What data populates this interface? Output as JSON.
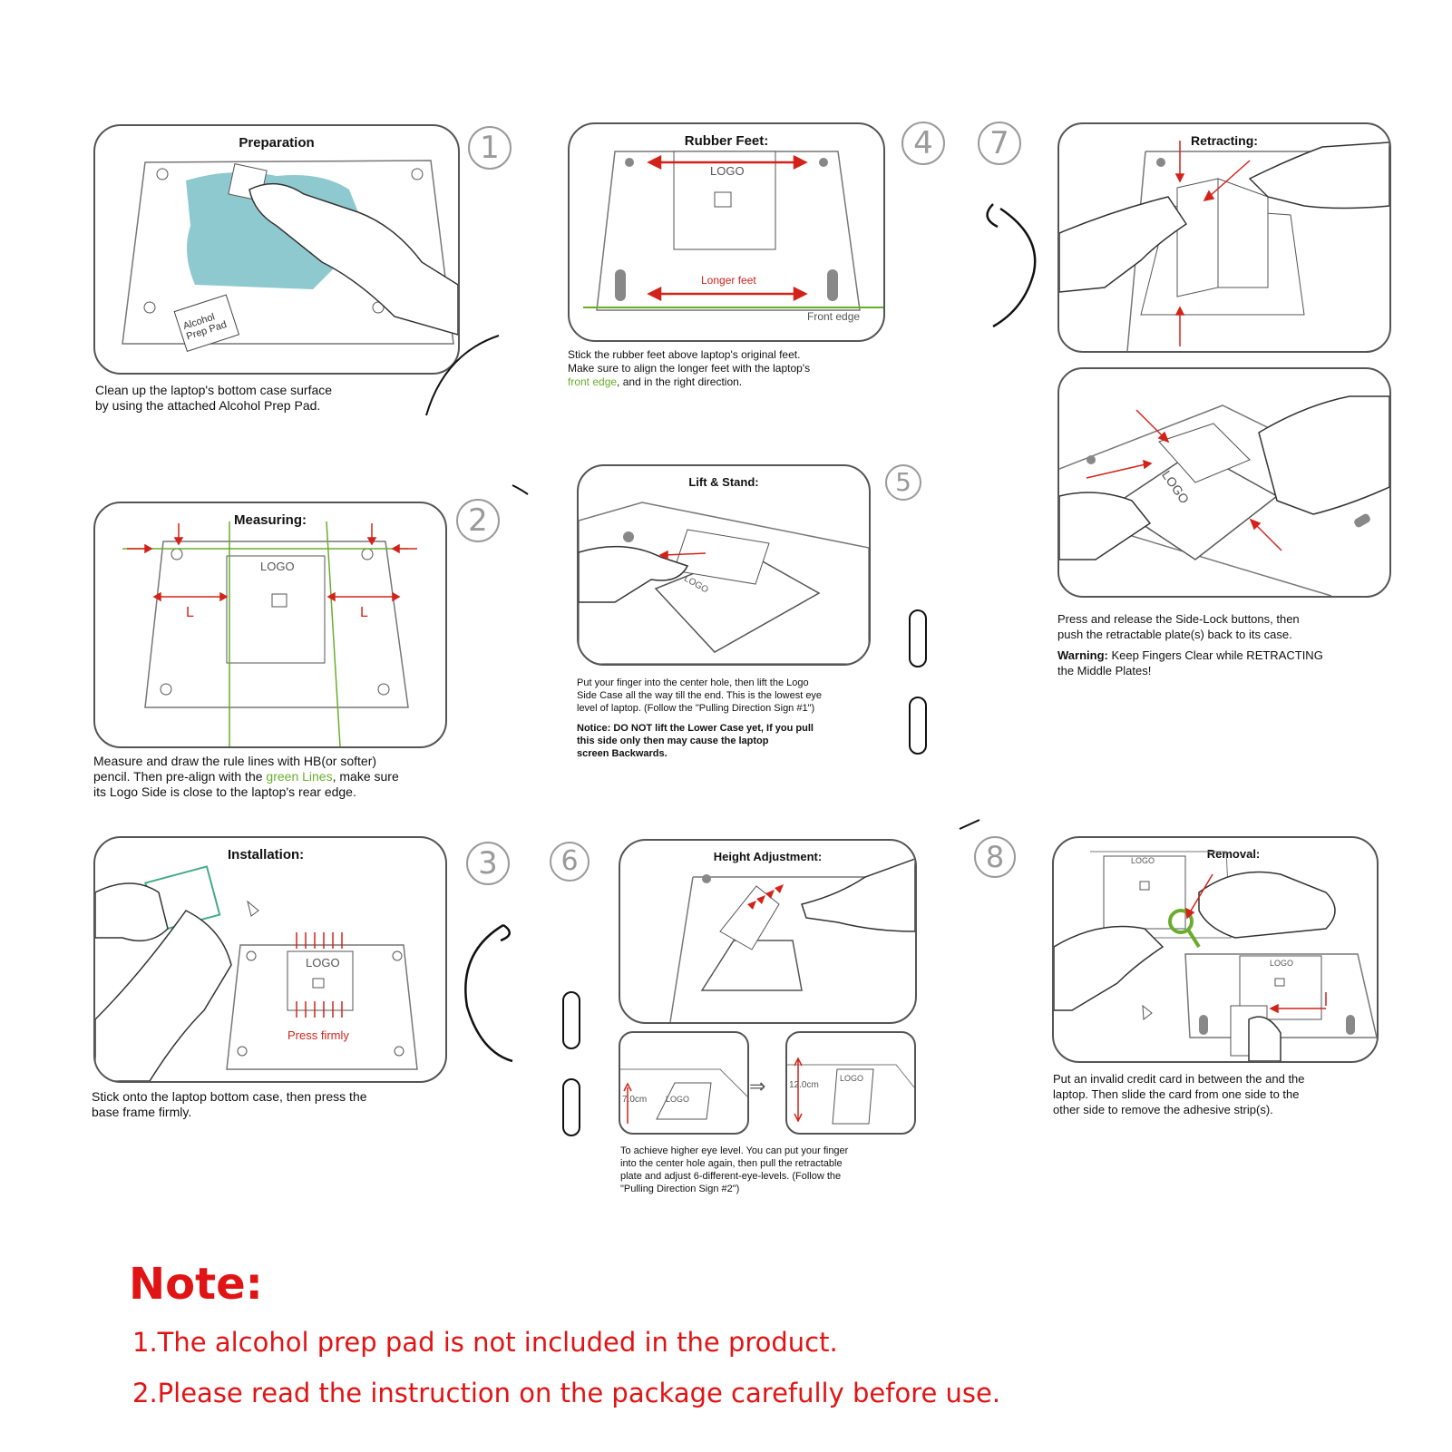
{
  "steps": {
    "preparation": {
      "number": "1",
      "title": "Preparation",
      "pad_label_1": "Alcohol",
      "pad_label_2": "Prep Pad",
      "caption_1": "Clean up the laptop's bottom case surface",
      "caption_2": "by using the attached Alcohol Prep Pad."
    },
    "measuring": {
      "number": "2",
      "title": "Measuring:",
      "logo": "LOGO",
      "l_left": "L",
      "l_right": "L",
      "caption_1": "Measure and draw the rule lines with HB(or softer)",
      "caption_2a": "pencil. Then pre-align with the ",
      "caption_2b": "green Lines",
      "caption_2c": ", make sure",
      "caption_3": "its Logo Side is close to the laptop's rear edge."
    },
    "installation": {
      "number": "3",
      "title": "Installation:",
      "logo": "LOGO",
      "press": "Press firmly",
      "caption_1": "Stick onto the laptop bottom case, then press the",
      "caption_2": "base frame firmly."
    },
    "rubber_feet": {
      "number": "4",
      "title": "Rubber Feet:",
      "logo": "LOGO",
      "longer_feet": "Longer feet",
      "front_edge": "Front edge",
      "caption_1": "Stick the rubber feet above laptop's original feet.",
      "caption_2": "Make sure to align the longer feet with the laptop's",
      "caption_3a": "front edge",
      "caption_3b": ", and in the right direction."
    },
    "lift_stand": {
      "number": "5",
      "title": "Lift & Stand:",
      "logo": "LOGO",
      "caption_1": "Put your finger into the center hole, then lift the Logo",
      "caption_2": "Side Case all the way till the end. This is the lowest eye",
      "caption_3": "level of laptop. (Follow the \"Pulling Direction Sign #1\")",
      "notice_1": "Notice: DO NOT lift the Lower Case yet, If you pull",
      "notice_2": "this side only then may cause the laptop",
      "notice_3": "screen Backwards."
    },
    "height_adjustment": {
      "number": "6",
      "title": "Height Adjustment:",
      "low": "7.0cm",
      "high": "12.0cm",
      "logo": "LOGO",
      "caption_1": "To achieve higher eye level. You can put your finger",
      "caption_2": "into the center hole again, then pull the retractable",
      "caption_3": "plate and adjust 6-different-eye-levels. (Follow the",
      "caption_4": "\"Pulling Direction Sign #2\")"
    },
    "retracting": {
      "number": "7",
      "title": "Retracting:",
      "logo": "LOGO",
      "caption_1": "Press and release the Side-Lock buttons, then",
      "caption_2": "push the retractable plate(s) back to its case.",
      "warning_label": "Warning:",
      "warning_1": " Keep Fingers Clear while RETRACTING",
      "warning_2": "the Middle Plates!"
    },
    "removal": {
      "number": "8",
      "title": "Removal:",
      "logo": "LOGO",
      "caption_1": "Put an invalid credit card in between the and the",
      "caption_2": "laptop. Then slide the card from one side to the",
      "caption_3": "other side to remove the adhesive strip(s)."
    }
  },
  "note": {
    "title": "Note:",
    "line_1": "1.The alcohol prep pad is not included in the product.",
    "line_2": "2.Please read the instruction on the package carefully before use."
  },
  "colors": {
    "accent_red": "#e01414",
    "arrow_red": "#d2231a",
    "guide_green": "#6aad2e",
    "pad_blue": "#8ec9cf"
  }
}
